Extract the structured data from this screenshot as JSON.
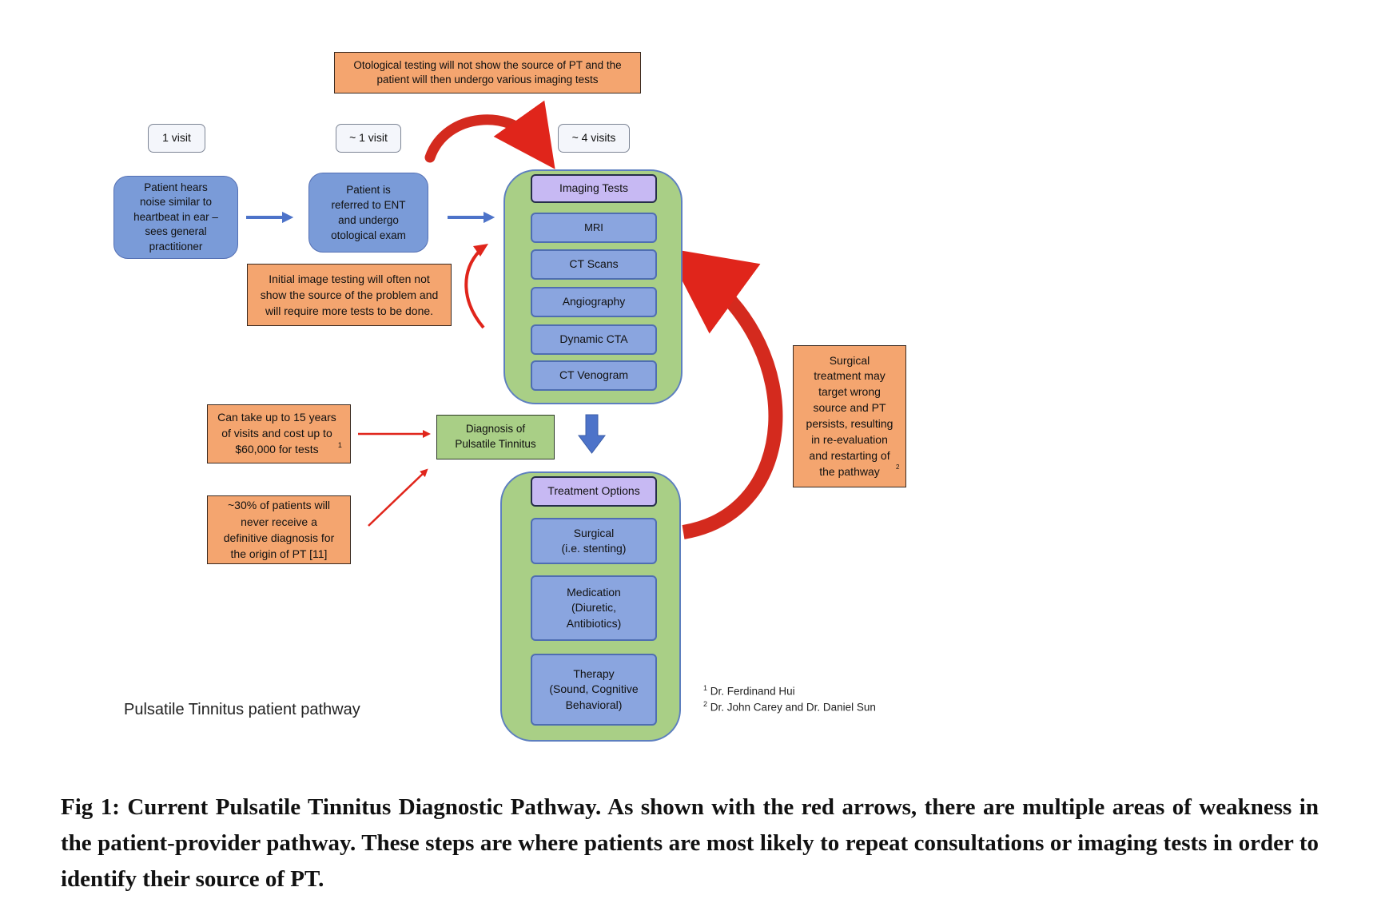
{
  "visits": {
    "first": "1 visit",
    "second": "~ 1 visit",
    "third": "~ 4 visits"
  },
  "notes": {
    "otological": "Otological testing will not show the source of PT and the\npatient will then undergo various imaging tests",
    "initial_imaging": "Initial image testing will often not\nshow the source of the problem and\nwill require more tests to be done.",
    "cost": "Can take up to 15 years\nof visits and cost up to\n$60,000 for tests",
    "cost_ref": "1",
    "undiagnosed": "~30% of patients will\nnever receive a\ndefinitive diagnosis for\nthe origin of PT [11]",
    "surgical": "Surgical\ntreatment may\ntarget wrong\nsource and PT\npersists, resulting\nin re-evaluation\nand restarting of\nthe pathway",
    "surgical_ref": "2"
  },
  "steps": {
    "patient_hears": "Patient hears\nnoise similar to\nheartbeat in ear –\nsees general\npractitioner",
    "referred": "Patient is\nreferred to ENT\nand undergo\notological exam",
    "diagnosis": "Diagnosis of\nPulsatile Tinnitus"
  },
  "imaging": {
    "header": "Imaging Tests",
    "items": [
      "MRI",
      "CT Scans",
      "Angiography",
      "Dynamic CTA",
      "CT Venogram"
    ]
  },
  "treatment": {
    "header": "Treatment Options",
    "items": [
      "Surgical\n(i.e. stenting)",
      "Medication\n(Diuretic,\nAntibiotics)",
      "Therapy\n(Sound, Cognitive\nBehavioral)"
    ]
  },
  "pathway_label": "Pulsatile Tinnitus patient pathway",
  "references": [
    {
      "num": "1",
      "text": "Dr. Ferdinand Hui"
    },
    {
      "num": "2",
      "text": "Dr. John Carey and Dr. Daniel Sun"
    }
  ],
  "caption": "Fig 1: Current Pulsatile Tinnitus Diagnostic Pathway. As shown with the red arrows, there are multiple areas of weakness in the patient-provider pathway. These steps are where patients are most likely to repeat consultations or imaging tests in order to identify their source of PT.",
  "colors": {
    "blue_box": "#7a9bd8",
    "orange_note": "#f4a56f",
    "green_panel": "#a9cf86",
    "header_box": "#c7b9f3",
    "red_arrow": "#e0251b",
    "blue_arrow": "#4d73c9"
  }
}
